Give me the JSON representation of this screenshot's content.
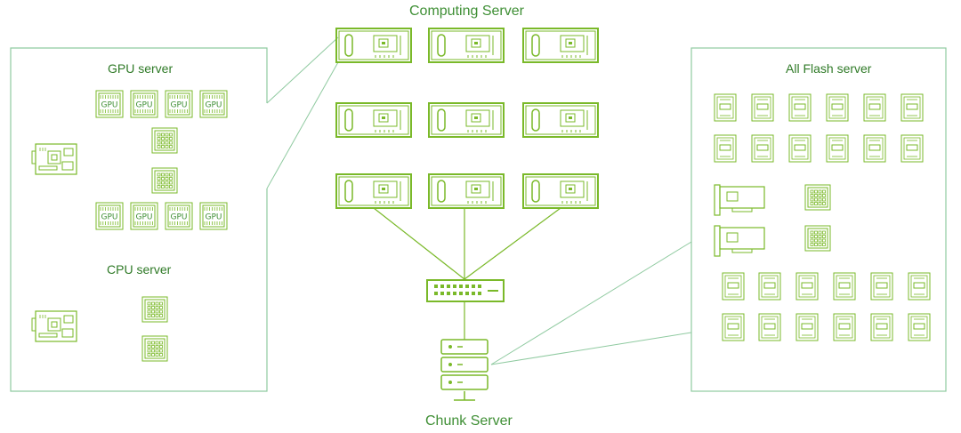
{
  "labels": {
    "computing_server": "Computing Server",
    "chunk_server": "Chunk Server",
    "gpu_server": "GPU server",
    "cpu_server": "CPU server",
    "all_flash_server": "All Flash server",
    "gpu_chip": "GPU"
  },
  "colors": {
    "line": "#7ab929",
    "text": "#3f8f35",
    "frame": "#8fcaa0",
    "connector": "#9ccc55"
  },
  "icons": {
    "server_chassis": "rack-server-icon",
    "gpu_chip": "gpu-chip-icon",
    "cpu_chip": "cpu-chip-icon",
    "motherboard": "motherboard-icon",
    "ssd": "ssd-drive-icon",
    "nic": "network-card-icon",
    "switch": "network-switch-icon",
    "storage": "storage-server-icon"
  }
}
